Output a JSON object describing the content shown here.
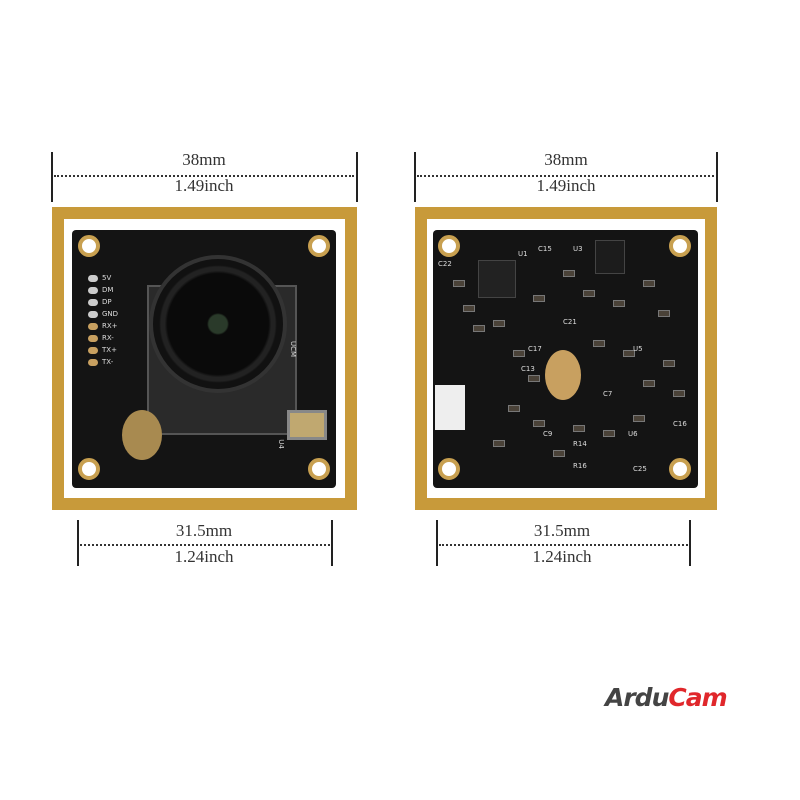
{
  "left_board": {
    "width_mm": "38mm",
    "width_inch": "1.49inch",
    "hole_spacing_mm": "31.5mm",
    "hole_spacing_inch": "1.24inch",
    "pin_labels": [
      "5V",
      "DM",
      "DP",
      "GND",
      "RX+",
      "RX-",
      "TX+",
      "TX-"
    ],
    "silk": [
      "UCM",
      "U4"
    ]
  },
  "right_board": {
    "width_mm": "38mm",
    "width_inch": "1.49inch",
    "hole_spacing_mm": "31.5mm",
    "hole_spacing_inch": "1.24inch",
    "silk": [
      "C15",
      "U1",
      "C22",
      "U3",
      "C21",
      "C17",
      "C13",
      "C7",
      "U6",
      "U5",
      "C25",
      "C16",
      "R16",
      "R14",
      "C9"
    ]
  },
  "logo": {
    "part1": "Ardu",
    "part2": "Cam",
    "color1": "#444444",
    "color2": "#e0272b"
  },
  "colors": {
    "frame": "#c89a3a",
    "pcb": "#141414"
  }
}
